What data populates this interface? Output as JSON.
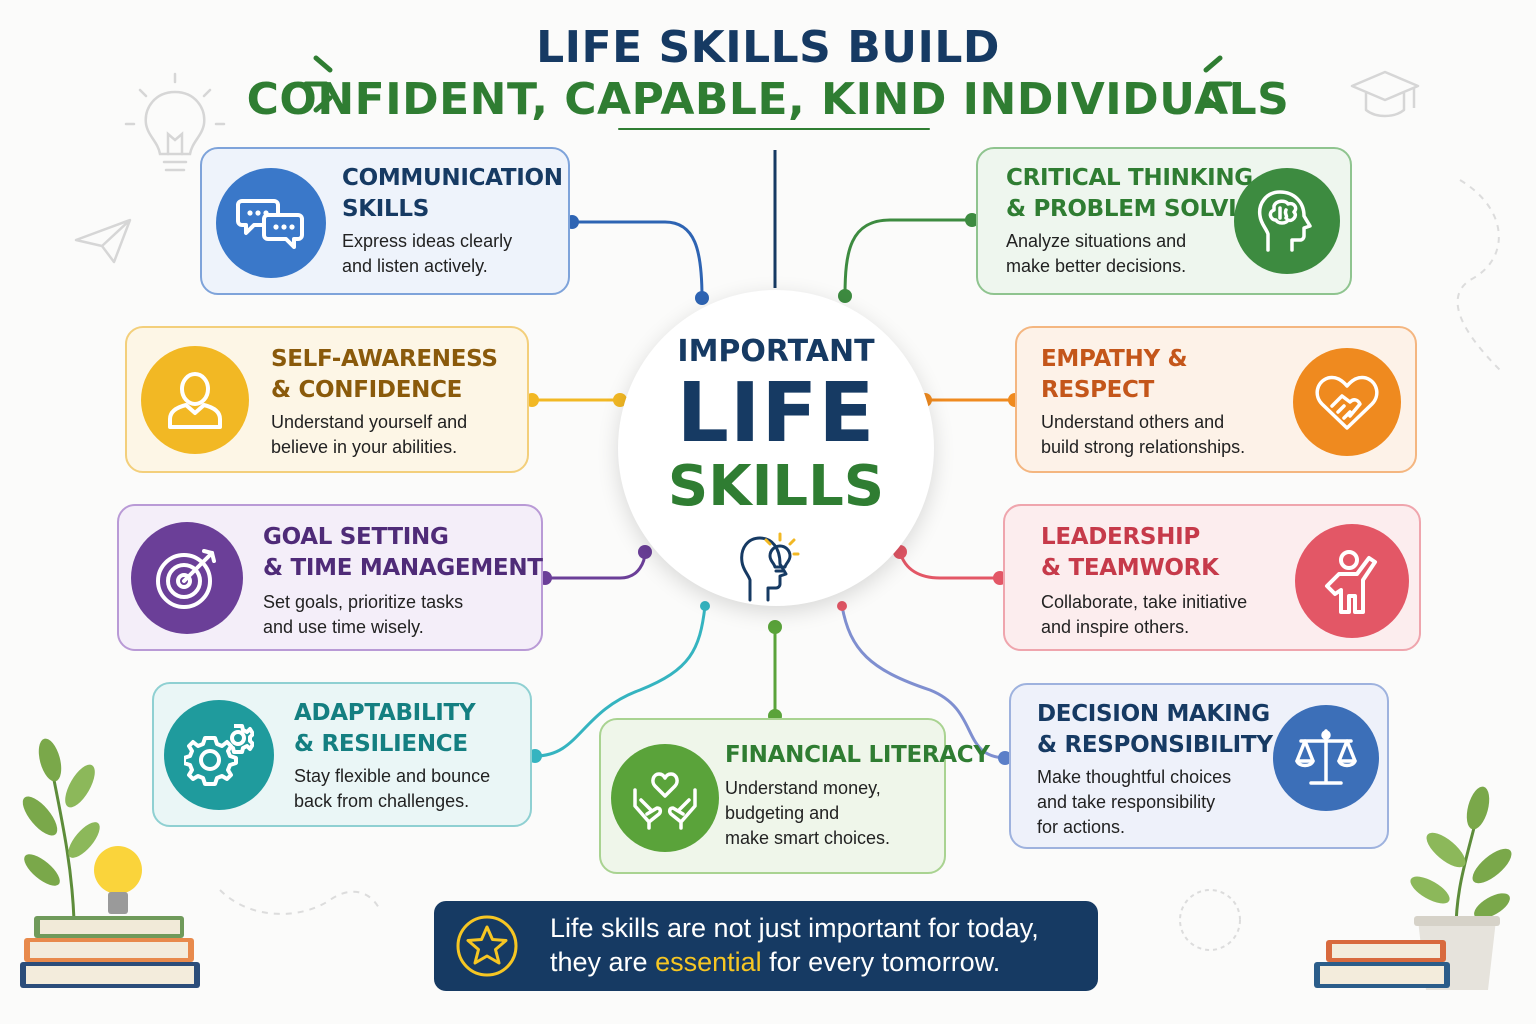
{
  "header": {
    "line1": "LIFE SKILLS BUILD",
    "line2": "CONFIDENT, CAPABLE, KIND INDIVIDUALS"
  },
  "center": {
    "important": "IMPORTANT",
    "life": "LIFE",
    "skills": "SKILLS",
    "icon": "head-lightbulb-icon"
  },
  "skills": [
    {
      "title": [
        "COMMUNICATION",
        "SKILLS"
      ],
      "desc": [
        "Express ideas clearly",
        "and listen actively."
      ],
      "color": "#3a78c9",
      "icon": "chat-bubbles-icon"
    },
    {
      "title": [
        "CRITICAL THINKING",
        "& PROBLEM SOLVING"
      ],
      "desc": [
        "Analyze situations and",
        "make better decisions."
      ],
      "color": "#3d8b40",
      "icon": "brain-head-icon"
    },
    {
      "title": [
        "SELF-AWARENESS",
        "& CONFIDENCE"
      ],
      "desc": [
        "Understand yourself and",
        "believe in your abilities."
      ],
      "color": "#f2b824",
      "icon": "person-icon"
    },
    {
      "title": [
        "EMPATHY &",
        "RESPECT"
      ],
      "desc": [
        "Understand others and",
        "build strong relationships."
      ],
      "color": "#ef8a1f",
      "icon": "heart-handshake-icon"
    },
    {
      "title": [
        "GOAL SETTING",
        "& TIME MANAGEMENT"
      ],
      "desc": [
        "Set goals, prioritize tasks",
        "and use time wisely."
      ],
      "color": "#6b3f98",
      "icon": "target-icon"
    },
    {
      "title": [
        "LEADERSHIP",
        "& TEAMWORK"
      ],
      "desc": [
        "Collaborate, take initiative",
        "and inspire others."
      ],
      "color": "#e35766",
      "icon": "raised-hand-person-icon"
    },
    {
      "title": [
        "ADAPTABILITY",
        "& RESILIENCE"
      ],
      "desc": [
        "Stay flexible and bounce",
        "back from challenges."
      ],
      "color": "#1f9b9d",
      "icon": "gears-icon"
    },
    {
      "title": [
        "FINANCIAL LITERACY"
      ],
      "desc": [
        "Understand money,",
        "budgeting and",
        "make smart choices."
      ],
      "color": "#5aa33a",
      "icon": "hands-heart-icon"
    },
    {
      "title": [
        "DECISION MAKING",
        "& RESPONSIBILITY"
      ],
      "desc": [
        "Make thoughtful choices",
        "and take responsibility",
        "for actions."
      ],
      "color": "#3c6fb8",
      "icon": "scales-icon"
    }
  ],
  "banner": {
    "before": "Life skills are not just important for today,",
    "prefix": "they are ",
    "highlight": "essential",
    "suffix": " for every tomorrow.",
    "icon": "star-icon"
  }
}
